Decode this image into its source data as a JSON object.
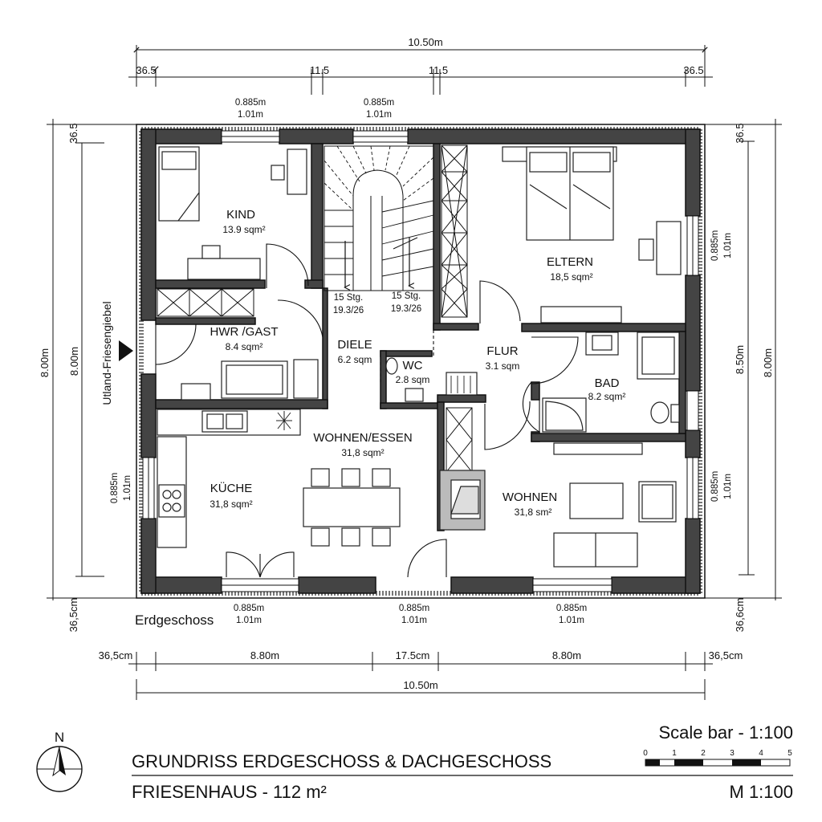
{
  "rooms": {
    "kind": {
      "name": "KIND",
      "area": "13.9 sqm²"
    },
    "eltern": {
      "name": "ELTERN",
      "area": "18,5 sqm²"
    },
    "hwr": {
      "name": "HWR /GAST",
      "area": "8.4 sqm²"
    },
    "diele": {
      "name": "DIELE",
      "area": "6.2 sqm"
    },
    "wc": {
      "name": "WC",
      "area": "2.8 sqm"
    },
    "flur": {
      "name": "FLUR",
      "area": "3.1 sqm"
    },
    "bad": {
      "name": "BAD",
      "area": "8.2 sqm²"
    },
    "wohnen_essen": {
      "name": "WOHNEN/ESSEN",
      "area": "31,8 sqm²"
    },
    "kueche": {
      "name": "KÜCHE",
      "area": "31,8 sqm²"
    },
    "wohnen": {
      "name": "WOHNEN",
      "area": "31,8 sm²"
    }
  },
  "stairs": {
    "left": {
      "steps": "15 Stg.",
      "ratio": "19.3/26"
    },
    "right": {
      "steps": "15 Stg.",
      "ratio": "19.3/26"
    }
  },
  "dimensions": {
    "top_total": "10.50m",
    "top_segments": [
      "36.5",
      "11.5",
      "11.5",
      "36.5"
    ],
    "top_windows": [
      {
        "w": "0.885m",
        "h": "1.01m"
      },
      {
        "w": "0.885m",
        "h": "1.01m"
      }
    ],
    "bottom_windows": [
      {
        "w": "0.885m",
        "h": "1.01m"
      },
      {
        "w": "0.885m",
        "h": "1.01m"
      },
      {
        "w": "0.885m",
        "h": "1.01m"
      }
    ],
    "bottom_segments": [
      "36,5cm",
      "8.80m",
      "17.5cm",
      "8.80m",
      "36,5cm"
    ],
    "bottom_total": "10.50m",
    "left_outer": "8.00m",
    "left_inner": "8.00m",
    "left_top": "36.5",
    "left_bottom": "36,5cm",
    "left_window": {
      "w": "0.885m",
      "h": "1.01m"
    },
    "right_inner": "8.50m",
    "right_outer": "8.00m",
    "right_top": "36.5",
    "right_bottom": "36,6cm",
    "right_windows": [
      {
        "w": "0.885m",
        "h": "1.01m"
      },
      {
        "w": "0.885m",
        "h": "1.01m"
      }
    ]
  },
  "entrance_label": "Utland-Friesengiebel",
  "floor_label": "Erdgeschoss",
  "north": "N",
  "title_block": {
    "title": "GRUNDRISS ERDGESCHOSS & DACHGESCHOSS",
    "subtitle": "FRIESENHAUS  - 112 m²",
    "scale_bar_label": "Scale bar  - 1:100",
    "scale_ticks": [
      "0",
      "1",
      "2",
      "3",
      "4",
      "5"
    ],
    "scale": "M 1:100"
  }
}
